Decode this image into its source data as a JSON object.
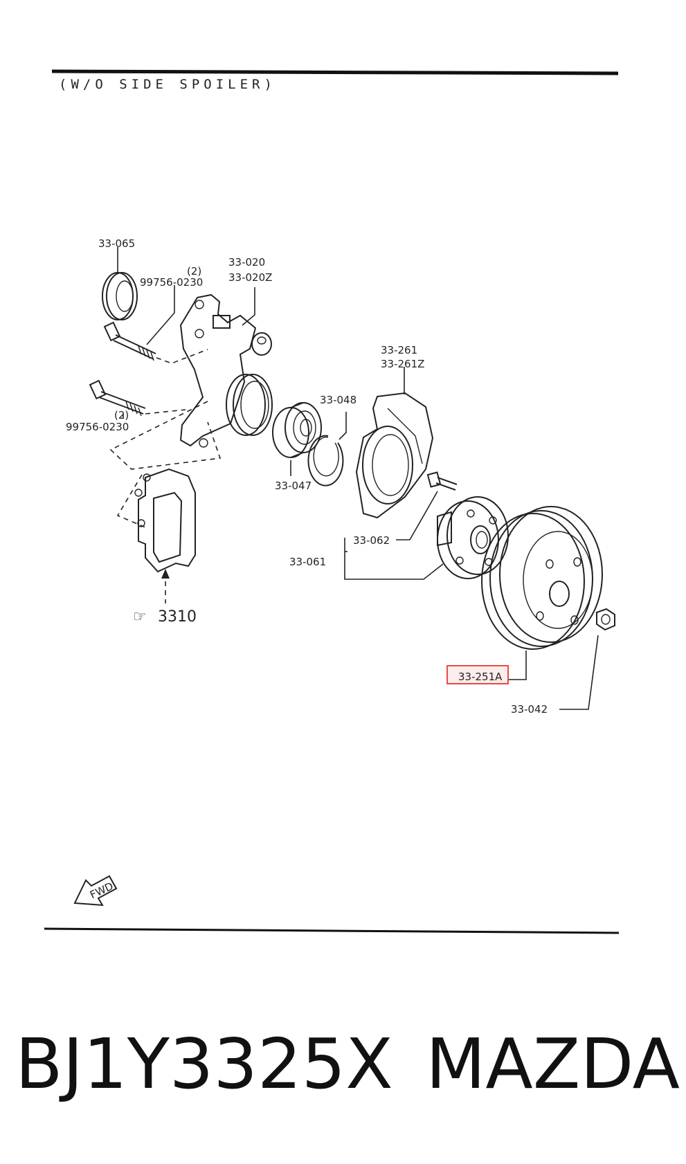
{
  "header": {
    "condition": "(W/O SIDE SPOILER)"
  },
  "parts": {
    "p33065": "33-065",
    "p99756a_qty": "(2)",
    "p99756a": "99756-0230",
    "p33020": "33-020",
    "p33020z": "33-020Z",
    "p99756b_qty": "(2)",
    "p99756b": "99756-0230",
    "p33261": "33-261",
    "p33261z": "33-261Z",
    "p33048": "33-048",
    "p33047": "33-047",
    "p33062": "33-062",
    "p33061": "33-061",
    "p3310": "3310",
    "p33251a": "33-251A",
    "p33042": "33-042"
  },
  "fwd_label": "FWD",
  "highlight_color": "#e53935",
  "footer": {
    "part_number": "BJ1Y3325X",
    "brand": "MAZDA"
  }
}
